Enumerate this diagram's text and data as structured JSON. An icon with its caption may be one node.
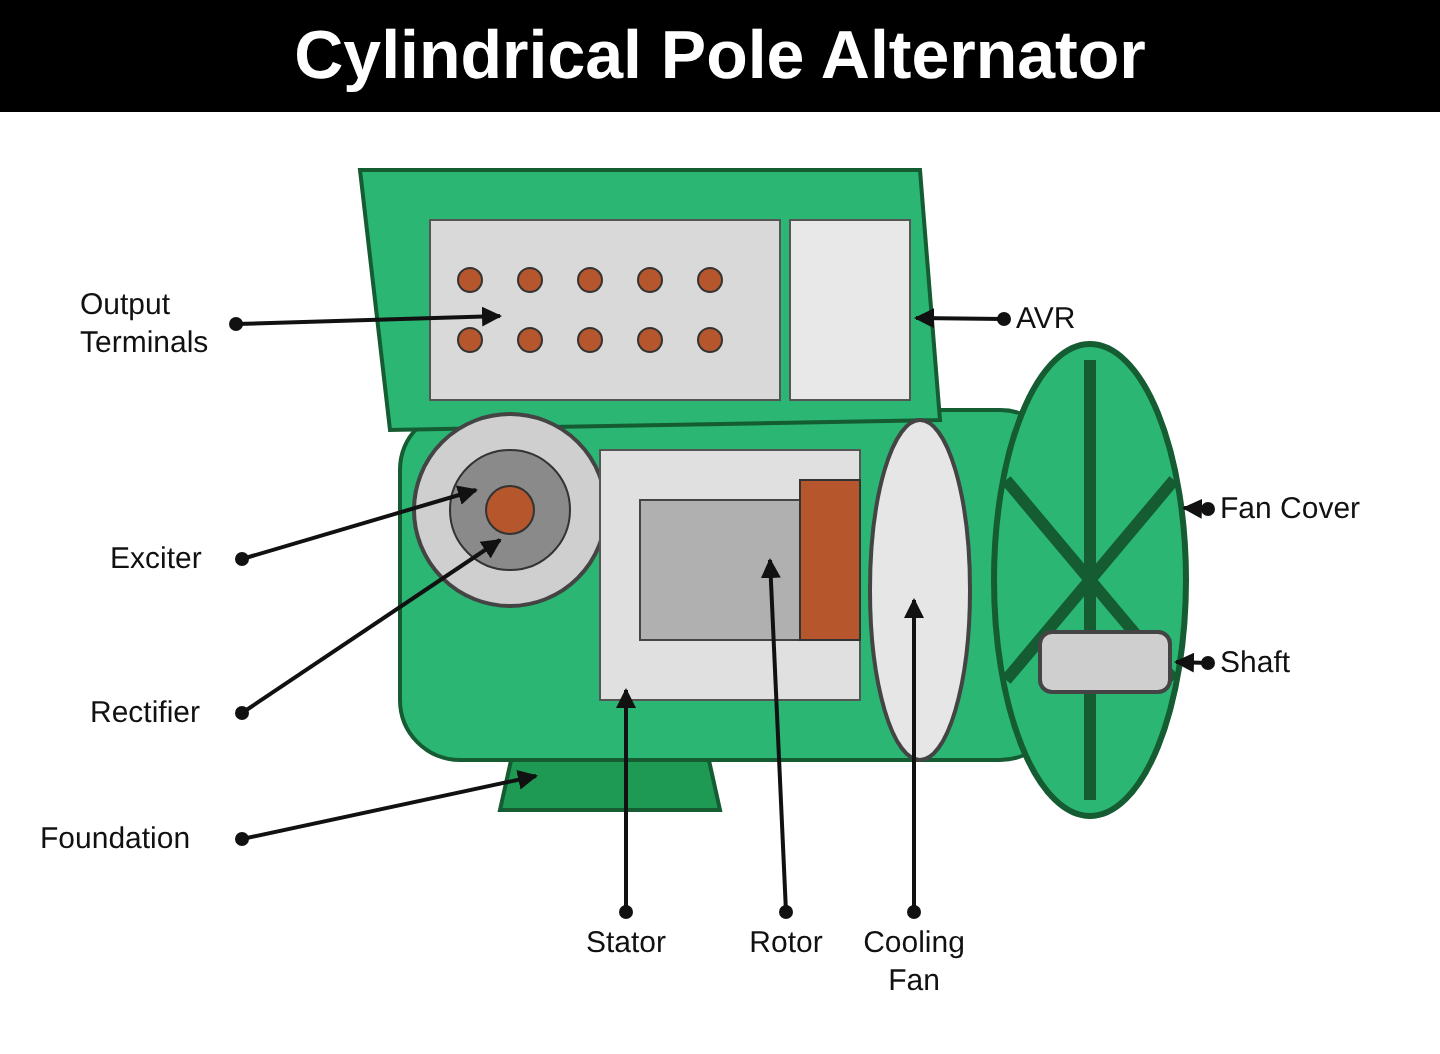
{
  "diagram": {
    "title": "Cylindrical Pole Alternator",
    "nodes": [
      {
        "text": [
          "Output Terminals"
        ]
      },
      {
        "text": [
          "Exciter"
        ]
      },
      {
        "text": [
          "Rectifier"
        ]
      },
      {
        "text": [
          "Foundation"
        ]
      },
      {
        "text": [
          "Stator"
        ]
      },
      {
        "text": [
          "Rotor"
        ]
      },
      {
        "text": [
          "Cooling Fan"
        ]
      },
      {
        "text": [
          "Shaft"
        ]
      },
      {
        "text": [
          "Fan Cover"
        ]
      },
      {
        "text": [
          "AVR"
        ]
      }
    ],
    "edges": [
      {
        "from": 0,
        "to": null,
        "arrow": "to"
      },
      {
        "from": 1,
        "to": null,
        "arrow": "to"
      },
      {
        "from": 2,
        "to": null,
        "arrow": "to"
      },
      {
        "from": 3,
        "to": null,
        "arrow": "to"
      },
      {
        "from": 4,
        "to": null,
        "arrow": "to"
      },
      {
        "from": 5,
        "to": null,
        "arrow": "to"
      },
      {
        "from": 6,
        "to": null,
        "arrow": "to"
      },
      {
        "from": 7,
        "to": null,
        "arrow": "to"
      },
      {
        "from": 8,
        "to": null,
        "arrow": "to"
      },
      {
        "from": 9,
        "to": null,
        "arrow": "to"
      }
    ]
  }
}
